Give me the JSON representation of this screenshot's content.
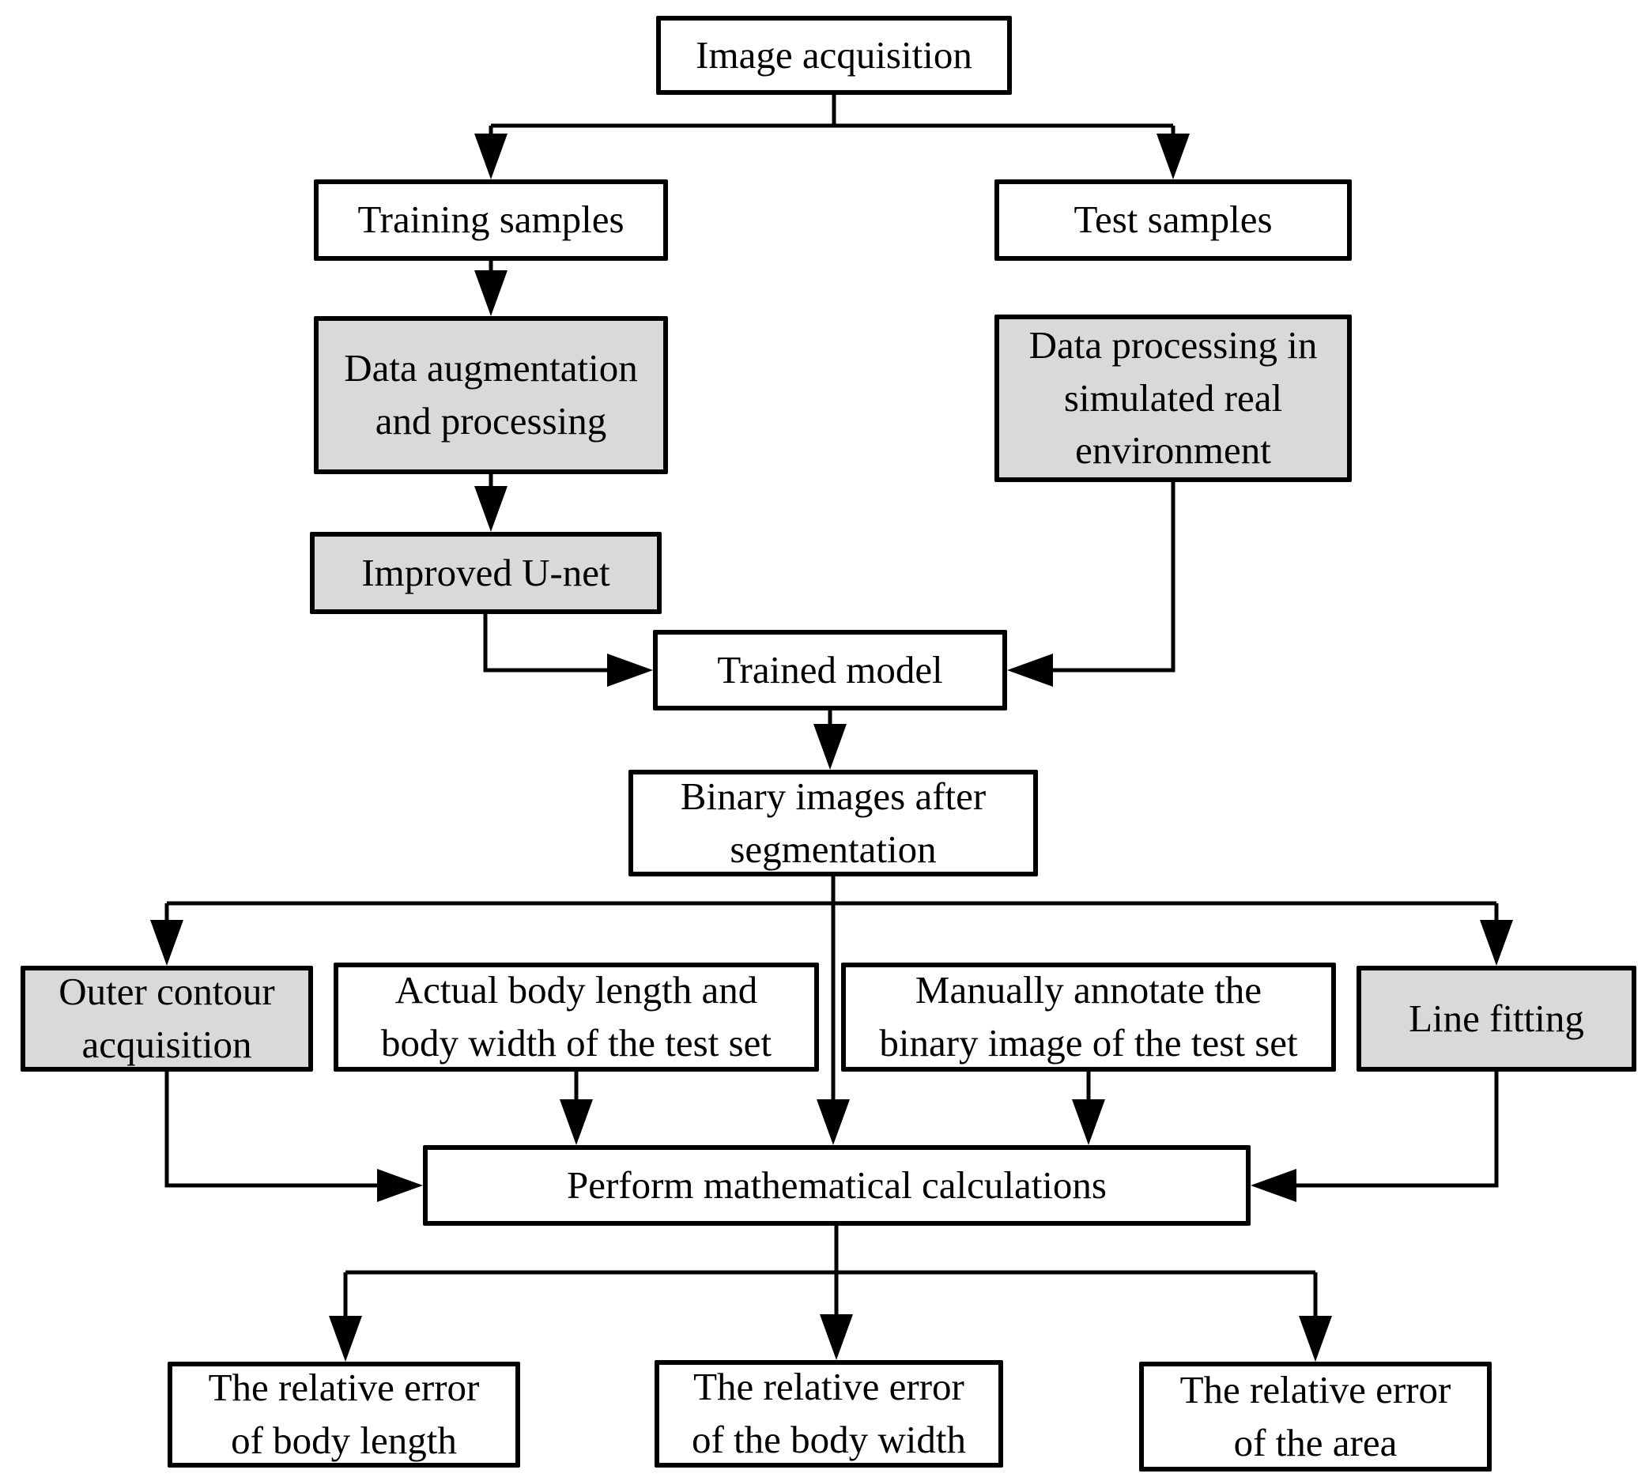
{
  "figure": {
    "type": "flowchart",
    "background": "#ffffff",
    "colors": {
      "line": "#000000",
      "box_border": "#000000",
      "box_fill_default": "#ffffff",
      "box_fill_highlight": "#d9d9d9",
      "text": "#000000"
    },
    "nodes": {
      "image_acquisition": {
        "label": "Image acquisition",
        "fill": "white"
      },
      "training_samples": {
        "label": "Training samples",
        "fill": "white"
      },
      "test_samples": {
        "label": "Test samples",
        "fill": "white"
      },
      "data_augmentation": {
        "label": "Data augmentation\nand processing",
        "fill": "gray"
      },
      "data_processing": {
        "label": "Data processing in\nsimulated real\nenvironment",
        "fill": "gray"
      },
      "improved_unet": {
        "label": "Improved U-net",
        "fill": "gray"
      },
      "trained_model": {
        "label": "Trained model",
        "fill": "white"
      },
      "binary_images": {
        "label": "Binary images after\nsegmentation",
        "fill": "white"
      },
      "outer_contour": {
        "label": "Outer contour\nacquisition",
        "fill": "gray"
      },
      "actual_body": {
        "label": "Actual body length and\nbody width of the test set",
        "fill": "white"
      },
      "manually_annotate": {
        "label": "Manually annotate the\nbinary image of the test set",
        "fill": "white"
      },
      "line_fitting": {
        "label": "Line fitting",
        "fill": "gray"
      },
      "perform_calculations": {
        "label": "Perform mathematical calculations",
        "fill": "white"
      },
      "relative_error_body_length": {
        "label": "The relative error\nof body length",
        "fill": "white"
      },
      "relative_error_body_width": {
        "label": "The relative error\nof the body width",
        "fill": "white"
      },
      "relative_error_area": {
        "label": "The relative error\nof the area",
        "fill": "white"
      }
    },
    "edges": [
      {
        "from": "image_acquisition",
        "to": "training_samples"
      },
      {
        "from": "image_acquisition",
        "to": "test_samples"
      },
      {
        "from": "training_samples",
        "to": "data_augmentation"
      },
      {
        "from": "data_augmentation",
        "to": "improved_unet"
      },
      {
        "from": "improved_unet",
        "to": "trained_model"
      },
      {
        "from": "test_samples",
        "to": "data_processing"
      },
      {
        "from": "data_processing",
        "to": "trained_model"
      },
      {
        "from": "trained_model",
        "to": "binary_images"
      },
      {
        "from": "binary_images",
        "to": "outer_contour"
      },
      {
        "from": "binary_images",
        "to": "perform_calculations"
      },
      {
        "from": "binary_images",
        "to": "line_fitting"
      },
      {
        "from": "outer_contour",
        "to": "perform_calculations"
      },
      {
        "from": "actual_body",
        "to": "perform_calculations"
      },
      {
        "from": "manually_annotate",
        "to": "perform_calculations"
      },
      {
        "from": "line_fitting",
        "to": "perform_calculations"
      },
      {
        "from": "perform_calculations",
        "to": "relative_error_body_length"
      },
      {
        "from": "perform_calculations",
        "to": "relative_error_body_width"
      },
      {
        "from": "perform_calculations",
        "to": "relative_error_area"
      }
    ]
  }
}
